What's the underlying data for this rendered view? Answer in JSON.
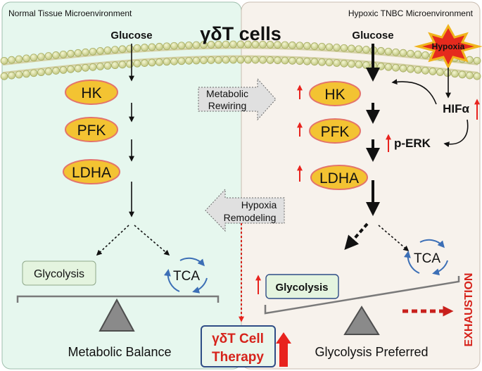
{
  "title": "γδT cells",
  "left_panel": {
    "header": "Normal Tissue Microenvironment",
    "glucose": "Glucose",
    "enzymes": [
      "HK",
      "PFK",
      "LDHA"
    ],
    "glycolysis": "Glycolysis",
    "tca": "TCA",
    "footer": "Metabolic Balance"
  },
  "right_panel": {
    "header": "Hypoxic TNBC Microenvironment",
    "glucose": "Glucose",
    "hypoxia": "Hypoxia",
    "hif": "HIFα",
    "perk": "p-ERK",
    "enzymes": [
      "HK",
      "PFK",
      "LDHA"
    ],
    "glycolysis": "Glycolysis",
    "tca": "TCA",
    "exhaustion": "EXHAUSTION",
    "footer": "Glycolysis Preferred"
  },
  "middle": {
    "rewiring_line1": "Metabolic",
    "rewiring_line2": "Rewiring",
    "remodel_line1": "Hypoxia",
    "remodel_line2": "Remodeling",
    "therapy_line1": "γδT Cell",
    "therapy_line2": "Therapy"
  },
  "colors": {
    "left_bg": "#e6f7ee",
    "right_bg": "#f7f2ec",
    "enzyme_fill": "#f3c332",
    "enzyme_stroke": "#e3746b",
    "up_arrow": "#e8231e",
    "therapy_text": "#d6231b",
    "therapy_bg": "#e9f6ec",
    "therapy_border": "#2f4d86",
    "tca_arrow": "#3c6fb6",
    "lipid_head": "#d8dd9c"
  }
}
